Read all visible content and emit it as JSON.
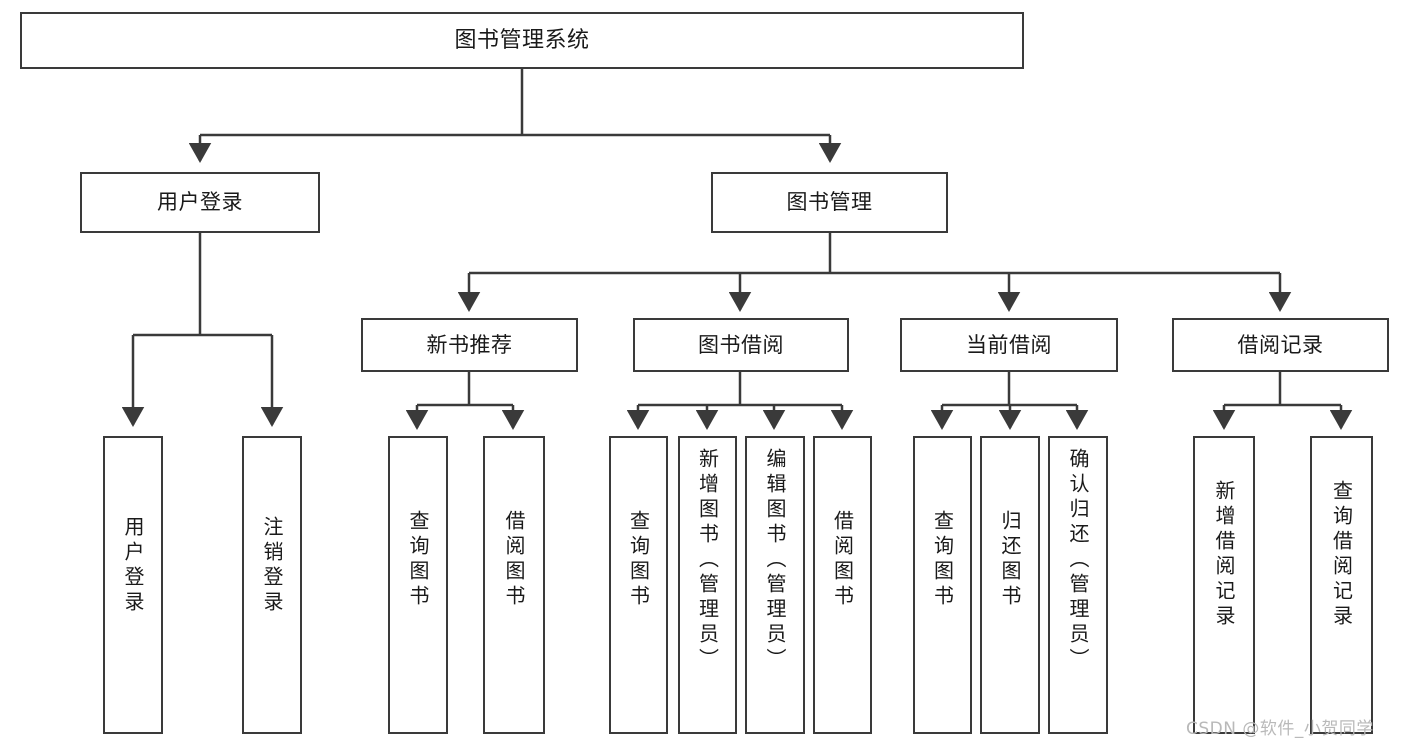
{
  "diagram": {
    "type": "tree",
    "title": "图书管理系统",
    "style": {
      "stroke": "#3a3a3a",
      "fill": "#ffffff",
      "text": "#1a1a1a",
      "watermark_color": "#b9b9b9"
    },
    "root": {
      "id": "root",
      "label": "图书管理系统",
      "orientation": "horizontal"
    },
    "level1": [
      {
        "id": "user-login",
        "label": "用户登录",
        "orientation": "horizontal"
      },
      {
        "id": "book-manage",
        "label": "图书管理",
        "orientation": "horizontal"
      }
    ],
    "level2": [
      {
        "id": "new-book-recommend",
        "label": "新书推荐",
        "parent": "book-manage",
        "orientation": "horizontal"
      },
      {
        "id": "book-borrow",
        "label": "图书借阅",
        "parent": "book-manage",
        "orientation": "horizontal"
      },
      {
        "id": "current-borrow",
        "label": "当前借阅",
        "parent": "book-manage",
        "orientation": "horizontal"
      },
      {
        "id": "borrow-record",
        "label": "借阅记录",
        "parent": "book-manage",
        "orientation": "horizontal"
      }
    ],
    "leaves": [
      {
        "id": "leaf-user-login",
        "label": "用户登录",
        "parent": "user-login",
        "orientation": "vertical"
      },
      {
        "id": "leaf-user-logout",
        "label": "注销登录",
        "parent": "user-login",
        "orientation": "vertical"
      },
      {
        "id": "leaf-query-book-1",
        "label": "查询图书",
        "parent": "new-book-recommend",
        "orientation": "vertical"
      },
      {
        "id": "leaf-borrow-book-1",
        "label": "借阅图书",
        "parent": "new-book-recommend",
        "orientation": "vertical"
      },
      {
        "id": "leaf-query-book-2",
        "label": "查询图书",
        "parent": "book-borrow",
        "orientation": "vertical"
      },
      {
        "id": "leaf-add-book",
        "label": "新增图书（管理员）",
        "parent": "book-borrow",
        "orientation": "vertical"
      },
      {
        "id": "leaf-edit-book",
        "label": "编辑图书（管理员）",
        "parent": "book-borrow",
        "orientation": "vertical"
      },
      {
        "id": "leaf-borrow-book-2",
        "label": "借阅图书",
        "parent": "book-borrow",
        "orientation": "vertical"
      },
      {
        "id": "leaf-query-book-3",
        "label": "查询图书",
        "parent": "current-borrow",
        "orientation": "vertical"
      },
      {
        "id": "leaf-return-book",
        "label": "归还图书",
        "parent": "current-borrow",
        "orientation": "vertical"
      },
      {
        "id": "leaf-confirm-return",
        "label": "确认归还（管理员）",
        "parent": "current-borrow",
        "orientation": "vertical"
      },
      {
        "id": "leaf-add-record",
        "label": "新增借阅记录",
        "parent": "borrow-record",
        "orientation": "vertical"
      },
      {
        "id": "leaf-query-record",
        "label": "查询借阅记录",
        "parent": "borrow-record",
        "orientation": "vertical"
      }
    ],
    "watermark": "CSDN @软件_小贺同学"
  }
}
